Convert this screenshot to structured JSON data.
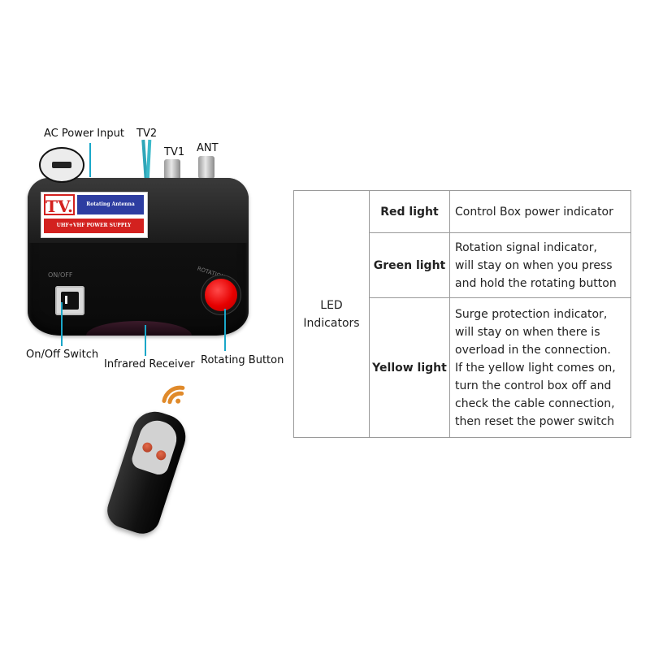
{
  "callouts": {
    "ac_power_input": "AC Power Input",
    "tv2": "TV2",
    "tv1": "TV1",
    "ant": "ANT",
    "on_off_switch": "On/Off Switch",
    "infrared_receiver": "Infrared Receiver",
    "rotating_button": "Rotating Button"
  },
  "device": {
    "label_tv": "TV.",
    "label_brand": "Rotating Antenna",
    "label_supply": "UHF+VHF POWER SUPPLY",
    "power_switch_label": "ON/OFF",
    "rotate_label": "ROTATION"
  },
  "colors": {
    "accent_leader": "#1aa7c9",
    "red_button": "#e60000",
    "table_border": "#9a9a9a"
  },
  "table": {
    "group_label_line1": "LED",
    "group_label_line2": "Indicators",
    "rows": [
      {
        "color": "Red light",
        "lines": [
          "Control Box power indicator"
        ]
      },
      {
        "color": "Green light",
        "lines": [
          "Rotation signal indicator,",
          "will stay on when you press",
          "and hold the rotating button"
        ]
      },
      {
        "color": "Yellow light",
        "lines": [
          "Surge protection indicator,",
          "will stay on when there is",
          "overload in the connection.",
          "If the yellow light comes on,",
          "turn the control box off and",
          "check the cable connection,",
          "then reset the power switch"
        ]
      }
    ]
  }
}
